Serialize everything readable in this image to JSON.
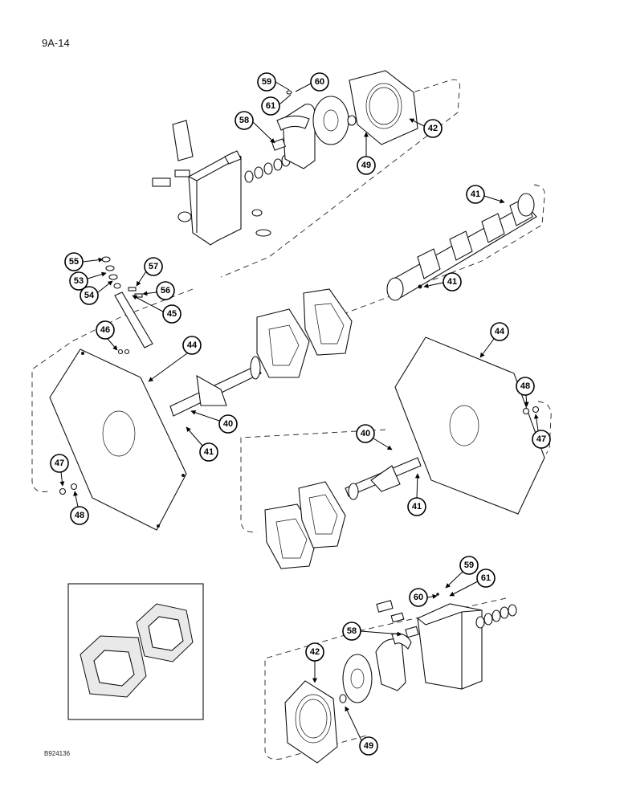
{
  "page_label": "9A-14",
  "figure_id": "B924136",
  "callouts": [
    "59",
    "60",
    "61",
    "58",
    "42",
    "49",
    "41",
    "41",
    "55",
    "57",
    "53",
    "56",
    "54",
    "45",
    "46",
    "44",
    "44",
    "48",
    "47",
    "40",
    "40",
    "41",
    "41",
    "47",
    "48",
    "59",
    "61",
    "60",
    "58",
    "42",
    "49"
  ]
}
